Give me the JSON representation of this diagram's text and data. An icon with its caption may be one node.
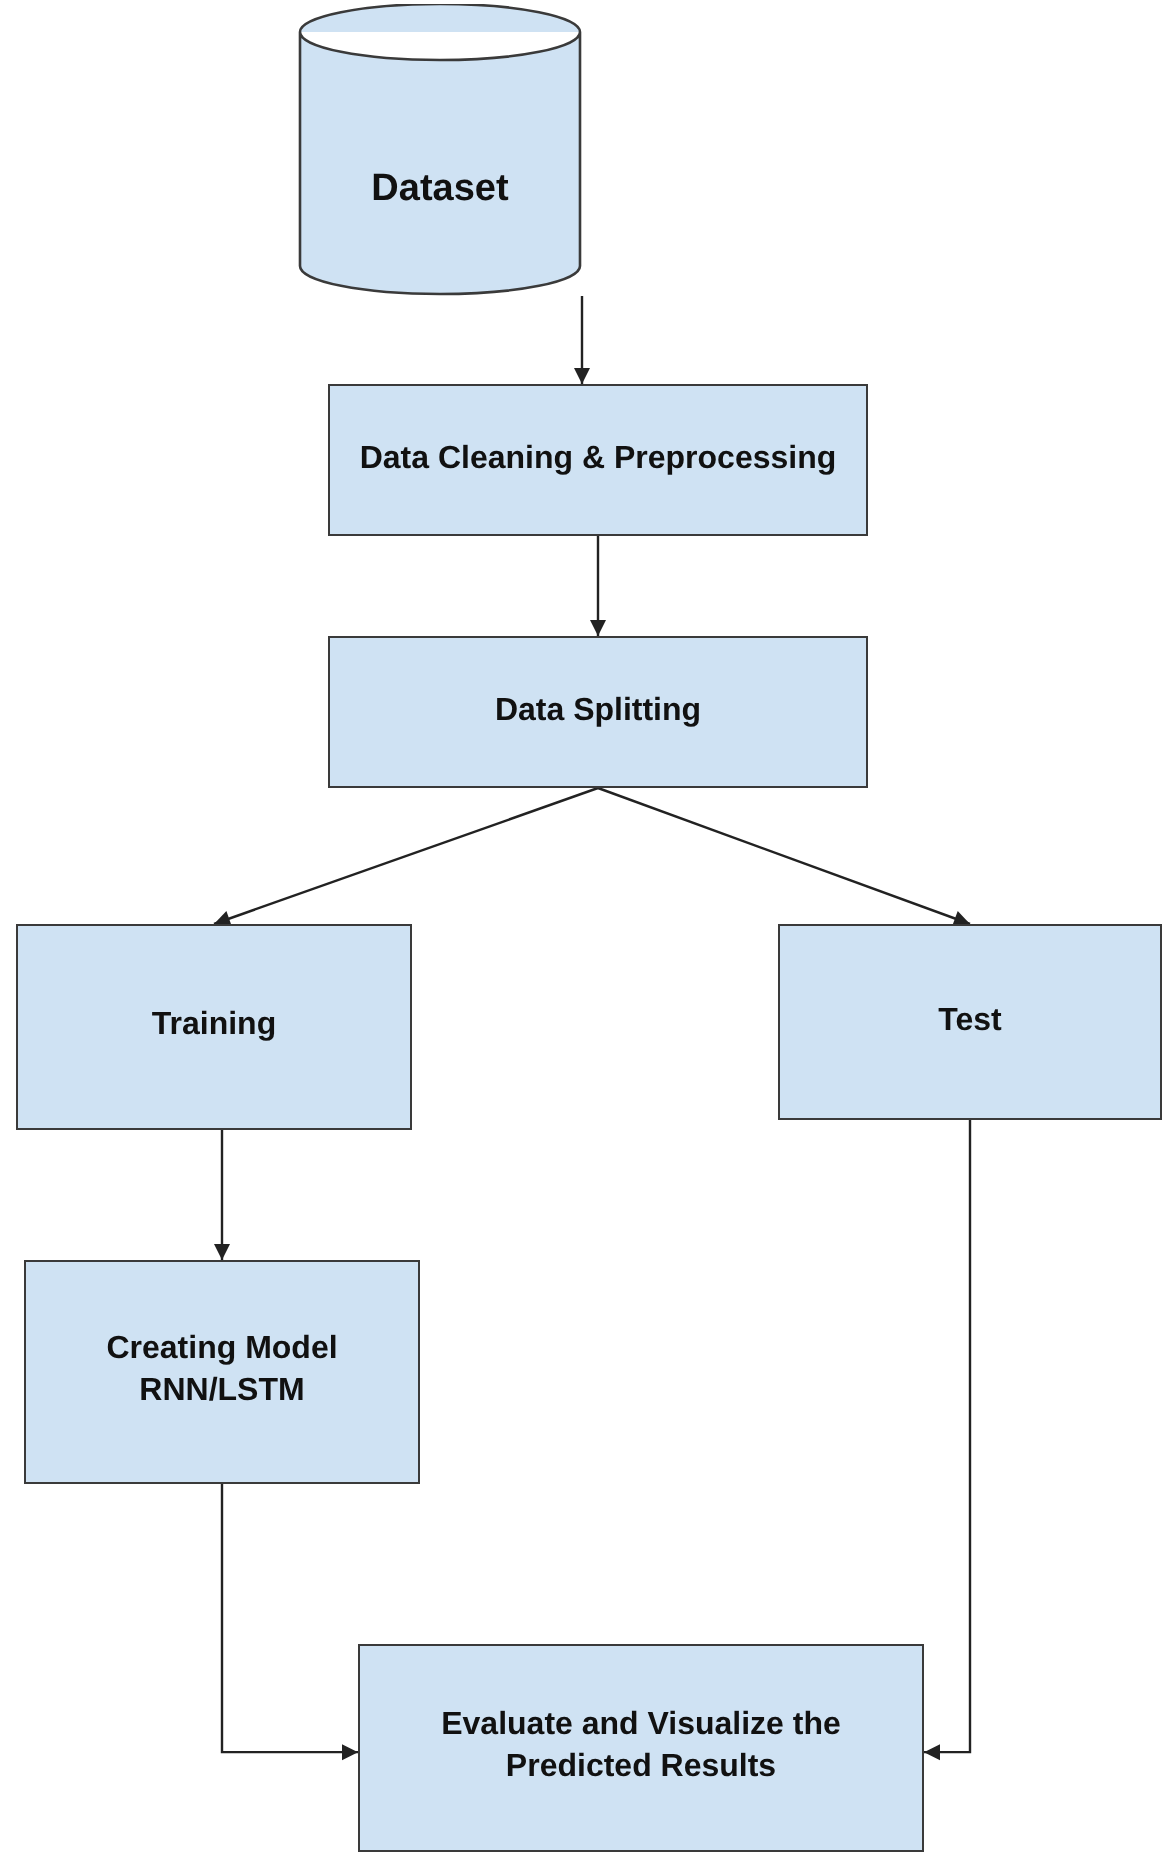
{
  "diagram": {
    "nodes": [
      {
        "text": [
          "Dataset"
        ]
      },
      {
        "text": [
          "Data Cleaning & Preprocessing"
        ]
      },
      {
        "text": [
          "Data Splitting"
        ]
      },
      {
        "text": [
          "Training"
        ]
      },
      {
        "text": [
          "Test"
        ]
      },
      {
        "text": [
          "Creating Model RNN/LSTM"
        ]
      },
      {
        "text": [
          "Evaluate and Visualize the Predicted Results"
        ]
      }
    ],
    "edges": [
      {
        "from": 0,
        "to": 1,
        "arrow": "to"
      },
      {
        "from": 1,
        "to": 2,
        "arrow": "to"
      },
      {
        "from": 2,
        "to": 3,
        "arrow": "to"
      },
      {
        "from": 2,
        "to": 4,
        "arrow": "to"
      },
      {
        "from": 3,
        "to": 5,
        "arrow": "to"
      },
      {
        "from": 5,
        "to": 6,
        "arrow": "to"
      },
      {
        "from": 4,
        "to": 6,
        "arrow": "to"
      }
    ]
  }
}
